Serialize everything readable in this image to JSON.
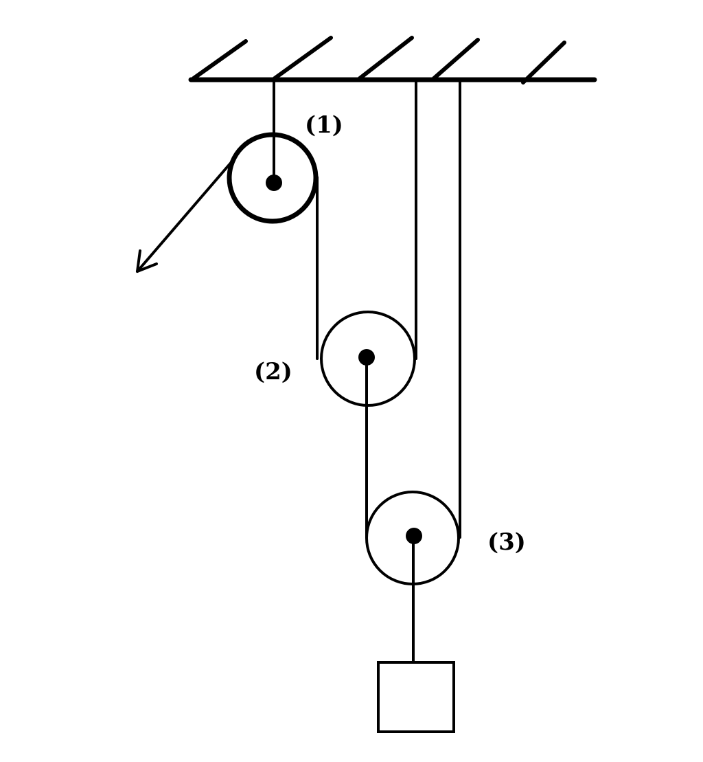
{
  "diagram": {
    "labels": {
      "pulley_1": "(1)",
      "pulley_2": "(2)",
      "pulley_3": "(3)"
    },
    "parts": [
      "ceiling",
      "pulley-1",
      "pulley-2",
      "pulley-3",
      "rope",
      "load-block",
      "pull-force-arrow"
    ],
    "colors": {
      "ink": "#000000",
      "background": "#ffffff"
    }
  }
}
